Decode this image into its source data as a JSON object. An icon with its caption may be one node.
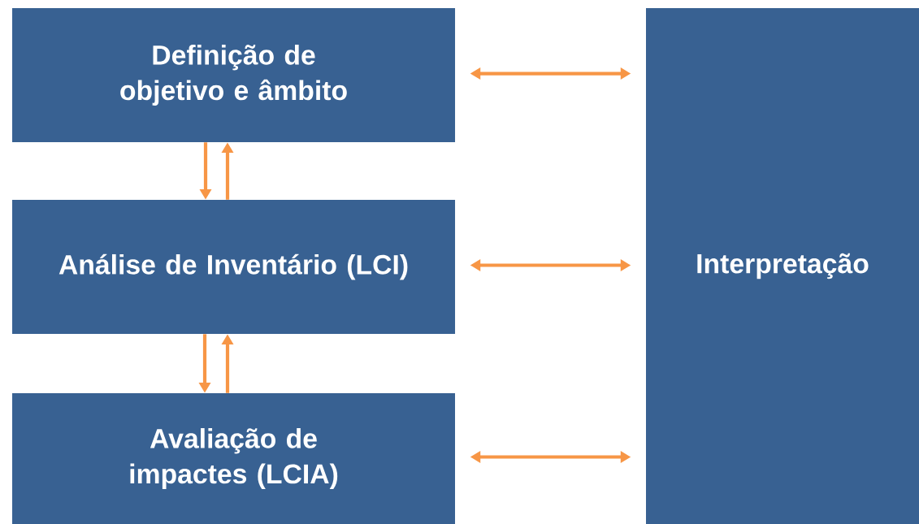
{
  "diagram": {
    "nodes": [
      {
        "text": [
          "Definição de objetivo e âmbito"
        ]
      },
      {
        "text": [
          "Análise de Inventário (LCI)"
        ]
      },
      {
        "text": [
          "Avaliação de impactes (LCIA)"
        ]
      },
      {
        "text": [
          "Interpretação"
        ]
      }
    ],
    "edges": [
      {
        "from": 0,
        "to": 1,
        "arrow": "to"
      },
      {
        "from": 1,
        "to": 0,
        "arrow": "to"
      },
      {
        "from": 1,
        "to": 2,
        "arrow": "to"
      },
      {
        "from": 2,
        "to": 1,
        "arrow": "to"
      },
      {
        "from": 0,
        "to": 3,
        "arrow": "both"
      },
      {
        "from": 1,
        "to": 3,
        "arrow": "both"
      },
      {
        "from": 2,
        "to": 3,
        "arrow": "both"
      }
    ]
  }
}
